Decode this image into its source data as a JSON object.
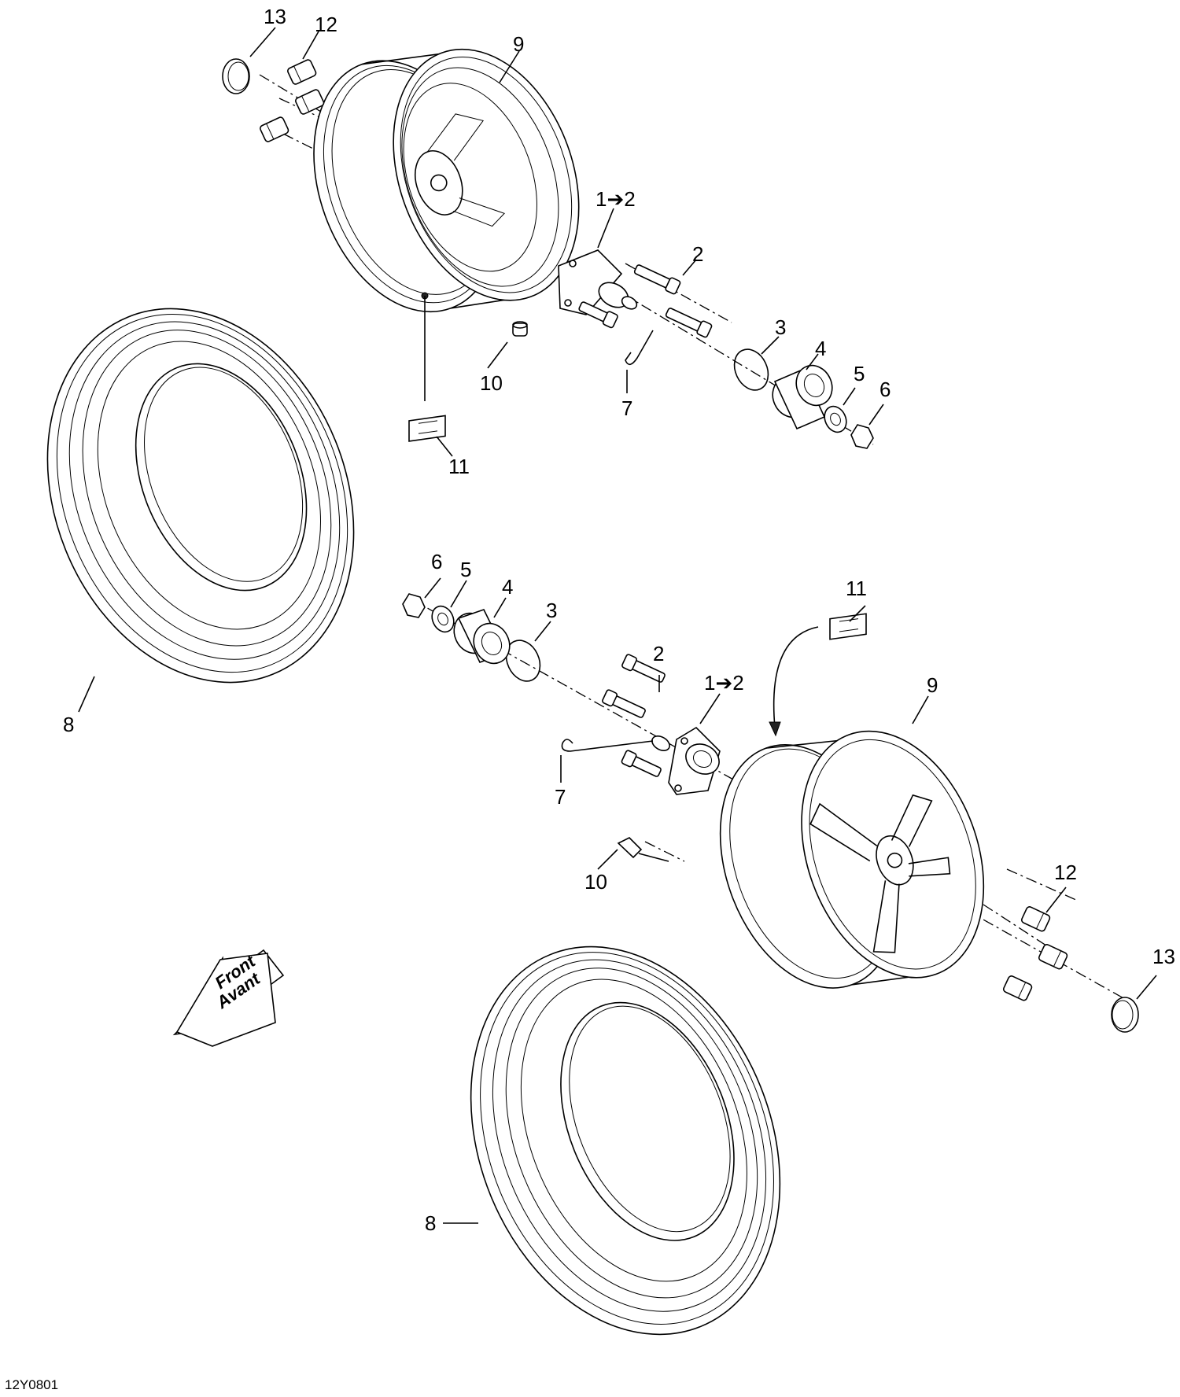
{
  "diagram": {
    "drawing_code": "12Y0801",
    "direction_arrow": {
      "line1": "Front",
      "line2": "Avant"
    },
    "callouts_upper": {
      "p13": "13",
      "p12": "12",
      "p9": "9",
      "p1_2": "1➔2",
      "p2": "2",
      "p3": "3",
      "p4": "4",
      "p5": "5",
      "p6": "6",
      "p7": "7",
      "p10": "10",
      "p11": "11",
      "p8": "8"
    },
    "callouts_lower": {
      "p6": "6",
      "p5": "5",
      "p4": "4",
      "p3": "3",
      "p11": "11",
      "p2": "2",
      "p1_2": "1➔2",
      "p9": "9",
      "p7": "7",
      "p10": "10",
      "p12": "12",
      "p13": "13",
      "p8": "8"
    }
  }
}
